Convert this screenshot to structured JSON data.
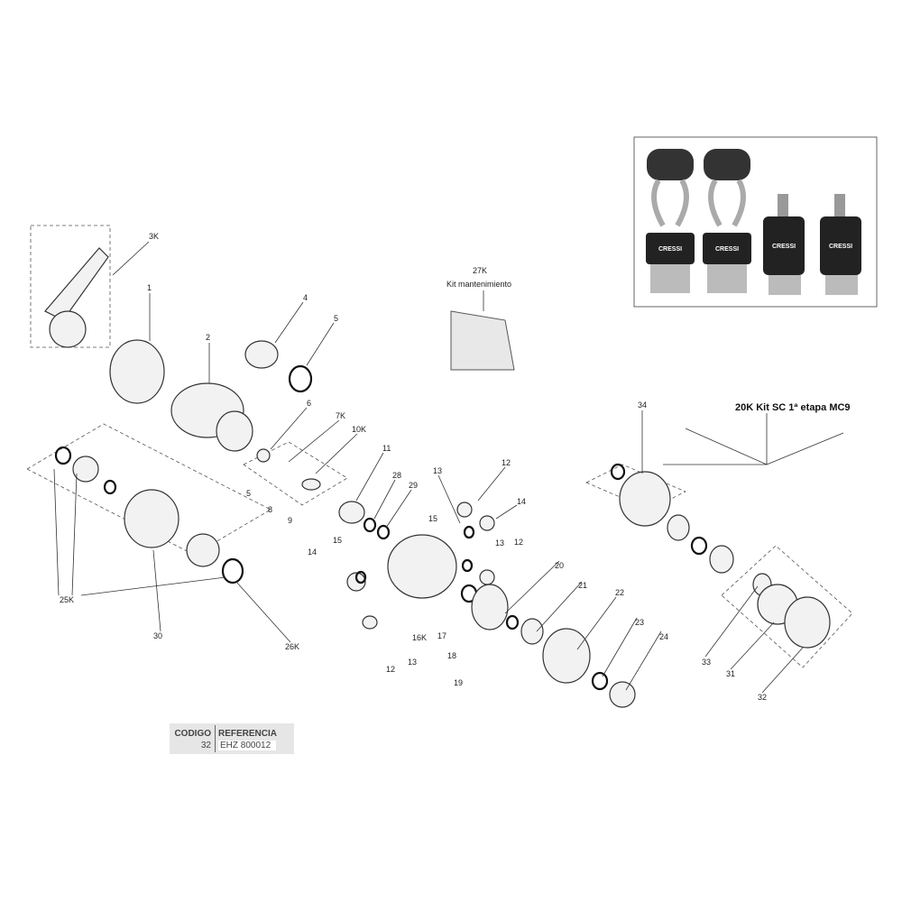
{
  "labels": [
    "3K",
    "1",
    "2",
    "4",
    "5",
    "6",
    "7K",
    "10K",
    "11",
    "28",
    "29",
    "13",
    "12",
    "14",
    "15",
    "13",
    "12",
    "14",
    "15",
    "5",
    "8",
    "9",
    "25K",
    "30",
    "26K",
    "16K",
    "17",
    "18",
    "19",
    "13",
    "12",
    "20",
    "21",
    "22",
    "23",
    "24",
    "33",
    "31",
    "32",
    "34"
  ],
  "kit_title": "20K Kit SC 1ª etapa MC9",
  "maintenance_kit": {
    "code": "27K",
    "name": "Kit mantenimiento"
  },
  "table": {
    "headers": [
      "CODIGO",
      "REFERENCIA"
    ],
    "rows": [
      [
        "32",
        "EHZ 800012"
      ]
    ]
  },
  "photo_brand": "CRESSI"
}
